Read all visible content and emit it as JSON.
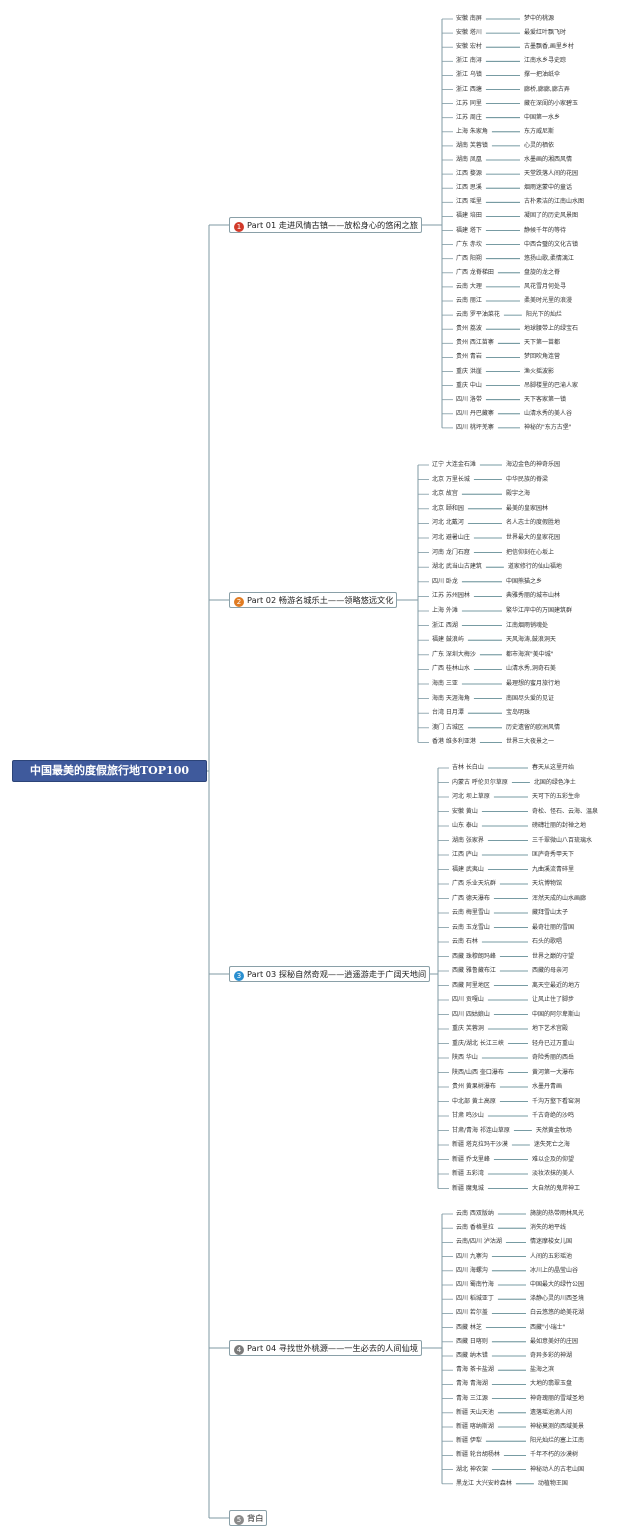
{
  "root": "中国最美的度假旅行地TOP100",
  "colors": {
    "line": "#7f9aa3",
    "root_bg": "#3f5a9c",
    "leaf_line": "#4a7a84"
  },
  "branches": [
    {
      "num": "1",
      "color": "#d23a2a",
      "label": "Part 01 走进风情古镇——放松身心的悠闲之旅",
      "leaves": [
        {
          "name": "安徽 南屏",
          "desc": "梦中的桃源"
        },
        {
          "name": "安徽 塔川",
          "desc": "最爱红叶飘飞时"
        },
        {
          "name": "安徽 宏村",
          "desc": "古墨飘香,画里乡村"
        },
        {
          "name": "浙江 南浔",
          "desc": "江南水乡寻史踪"
        },
        {
          "name": "浙江 乌镇",
          "desc": "撑一把油纸伞"
        },
        {
          "name": "浙江 西塘",
          "desc": "廊桥,廊廊,廊古弄"
        },
        {
          "name": "江苏 同里",
          "desc": "藏在深闺的小家碧玉"
        },
        {
          "name": "江苏 周庄",
          "desc": "中国第一水乡"
        },
        {
          "name": "上海 朱家角",
          "desc": "东方威尼斯"
        },
        {
          "name": "湖南 芙蓉镇",
          "desc": "心灵的栖依"
        },
        {
          "name": "湖南 凤凰",
          "desc": "水墨画的湘西风情"
        },
        {
          "name": "江西 婺源",
          "desc": "天堂跌落人间的花园"
        },
        {
          "name": "江西 思溪",
          "desc": "烟雨迷蒙中的童话"
        },
        {
          "name": "江西 瑶里",
          "desc": "古朴素洁的江南山水图"
        },
        {
          "name": "福建 培田",
          "desc": "凝固了的历史风景图"
        },
        {
          "name": "福建 塔下",
          "desc": "静候千年的等待"
        },
        {
          "name": "广东 赤坎",
          "desc": "中西合璧的文化古镇"
        },
        {
          "name": "广西 阳朔",
          "desc": "悠扬山歌,柔情漓江"
        },
        {
          "name": "广西 龙脊梯田",
          "desc": "盘旋的龙之脊"
        },
        {
          "name": "云南 大理",
          "desc": "风花雪月何处寻"
        },
        {
          "name": "云南 丽江",
          "desc": "柔美时光里的浪漫"
        },
        {
          "name": "云南 罗平油菜花",
          "desc": "阳光下的灿烂"
        },
        {
          "name": "贵州 荔波",
          "desc": "地球腰带上的绿宝石"
        },
        {
          "name": "贵州 西江苗寨",
          "desc": "天下第一苗都"
        },
        {
          "name": "贵州 青岩",
          "desc": "梦回吹角连营"
        },
        {
          "name": "重庆 洪崖",
          "desc": "渔火摇波影"
        },
        {
          "name": "重庆 中山",
          "desc": "吊脚楼里的巴渝人家"
        },
        {
          "name": "四川 洛带",
          "desc": "天下客家第一镇"
        },
        {
          "name": "四川 丹巴藏寨",
          "desc": "山清水秀的美人谷"
        },
        {
          "name": "四川 桃坪羌寨",
          "desc": "神秘的\"东方古堡\""
        }
      ]
    },
    {
      "num": "2",
      "color": "#e07b22",
      "label": "Part 02 畅游名城乐土——领略悠远文化",
      "leaves": [
        {
          "name": "辽宁 大连金石滩",
          "desc": "海边金色的神奇乐园"
        },
        {
          "name": "北京 万里长城",
          "desc": "中华民族的脊梁"
        },
        {
          "name": "北京 故宫",
          "desc": "殿宇之海"
        },
        {
          "name": "北京 颐和园",
          "desc": "最美的皇家园林"
        },
        {
          "name": "河北 北戴河",
          "desc": "名人志士的度假胜地"
        },
        {
          "name": "河北 避暑山庄",
          "desc": "世界最大的皇家花园"
        },
        {
          "name": "河南 龙门石窟",
          "desc": "把信仰刻在心坂上"
        },
        {
          "name": "湖北 武当山古建筑",
          "desc": "道家修行的仙山福地"
        },
        {
          "name": "四川 卧龙",
          "desc": "中国熊猫之乡"
        },
        {
          "name": "江苏 苏州园林",
          "desc": "典雅秀丽的城市山林"
        },
        {
          "name": "上海 外滩",
          "desc": "繁华江岸中的万国建筑群"
        },
        {
          "name": "浙江 西湖",
          "desc": "江南烟雨销魂处"
        },
        {
          "name": "福建 鼓浪屿",
          "desc": "天风海涛,鼓浪洞天"
        },
        {
          "name": "广东 深圳大梅沙",
          "desc": "都市海滨\"美中城\""
        },
        {
          "name": "广西 桂林山水",
          "desc": "山清水秀,洞奇石美"
        },
        {
          "name": "海南 三亚",
          "desc": "最理想的蜜月旅行地"
        },
        {
          "name": "海南 天涯海角",
          "desc": "南国尽头爱的见证"
        },
        {
          "name": "台湾 日月潭",
          "desc": "宝岛明珠"
        },
        {
          "name": "澳门 古城区",
          "desc": "历史遗留的欧洲风情"
        },
        {
          "name": "香港 维多利亚港",
          "desc": "世界三大夜景之一"
        }
      ]
    },
    {
      "num": "3",
      "color": "#2a8fd0",
      "label": "Part 03 探秘自然奇观——逍遥游走于广阔天地间",
      "leaves": [
        {
          "name": "吉林 长白山",
          "desc": "春天从这里开始"
        },
        {
          "name": "内蒙古 呼伦贝尔草原",
          "desc": "北国的绿色净土"
        },
        {
          "name": "河北 坝上草原",
          "desc": "天可下的五彩生命"
        },
        {
          "name": "安徽 黄山",
          "desc": "奇松、怪石、云海、温泉"
        },
        {
          "name": "山东 泰山",
          "desc": "磅礴壮丽的封禅之地"
        },
        {
          "name": "湖南 张家界",
          "desc": "三千翠微山八百琉璃水"
        },
        {
          "name": "江西 庐山",
          "desc": "匡庐奇秀甲天下"
        },
        {
          "name": "福建 武夷山",
          "desc": "九曲溪流青碎里"
        },
        {
          "name": "广西 乐业天坑群",
          "desc": "天坑博物馆"
        },
        {
          "name": "广西 德天瀑布",
          "desc": "浑然天成的山水画廊"
        },
        {
          "name": "云南 梅里雪山",
          "desc": "藏拜雪山太子"
        },
        {
          "name": "云南 玉龙雪山",
          "desc": "最奇壮丽的雪国"
        },
        {
          "name": "云南 石林",
          "desc": "石头的歌唱"
        },
        {
          "name": "西藏 珠穆朗玛峰",
          "desc": "世界之巅的守望"
        },
        {
          "name": "西藏 雅鲁藏布江",
          "desc": "西藏的母亲河"
        },
        {
          "name": "西藏 阿里地区",
          "desc": "离天空最近的地方"
        },
        {
          "name": "四川 贡嘎山",
          "desc": "让风止住了脚步"
        },
        {
          "name": "四川 四姑娘山",
          "desc": "中国的阿尔卑斯山"
        },
        {
          "name": "重庆 芙蓉洞",
          "desc": "地下艺术宫殿"
        },
        {
          "name": "重庆/湖北 长江三峡",
          "desc": "轻舟已过万重山"
        },
        {
          "name": "陕西 华山",
          "desc": "奇险秀丽的西岳"
        },
        {
          "name": "陕西/山西 壶口瀑布",
          "desc": "黄河第一大瀑布"
        },
        {
          "name": "贵州 黄果树瀑布",
          "desc": "水墨丹青画"
        },
        {
          "name": "中北部 黄土高原",
          "desc": "千沟万壑下看窑洞"
        },
        {
          "name": "甘肃 鸣沙山",
          "desc": "千古奇绝的沙鸣"
        },
        {
          "name": "甘肃/青海 祁连山草原",
          "desc": "天然黄金牧场"
        },
        {
          "name": "新疆 塔克拉玛干沙漠",
          "desc": "迷失死亡之海"
        },
        {
          "name": "新疆 乔戈里峰",
          "desc": "难以企及的仰望"
        },
        {
          "name": "新疆 五彩湾",
          "desc": "淡妆浓抹的美人"
        },
        {
          "name": "新疆 魔鬼城",
          "desc": "大自然的鬼斧神工"
        }
      ]
    },
    {
      "num": "4",
      "color": "#7a7a7a",
      "label": "Part 04 寻找世外桃源——一生必去的人间仙境",
      "leaves": [
        {
          "name": "云南 西双版纳",
          "desc": "旖旎的热带雨林风光"
        },
        {
          "name": "云南 香格里拉",
          "desc": "消失的地平线"
        },
        {
          "name": "云南/四川 泸沽湖",
          "desc": "情迷摩梭女儿国"
        },
        {
          "name": "四川 九寨沟",
          "desc": "人间的五彩瑶池"
        },
        {
          "name": "四川 海螺沟",
          "desc": "冰川上的晶莹山谷"
        },
        {
          "name": "四川 蜀南竹海",
          "desc": "中国最大的绿竹公园"
        },
        {
          "name": "四川 稻城亚丁",
          "desc": "涤静心灵的川西圣境"
        },
        {
          "name": "四川 若尔盖",
          "desc": "白云悠悠的绝美花湖"
        },
        {
          "name": "西藏 林芝",
          "desc": "西藏\"小瑞士\""
        },
        {
          "name": "西藏 日喀则",
          "desc": "最如意美好的庄园"
        },
        {
          "name": "西藏 纳木错",
          "desc": "奇异多彩的神湖"
        },
        {
          "name": "青海 茶卡盐湖",
          "desc": "盐海之滨"
        },
        {
          "name": "青海 青海湖",
          "desc": "大地的翡翠玉盘"
        },
        {
          "name": "青海 三江源",
          "desc": "神奇瑰丽的雪域圣地"
        },
        {
          "name": "新疆 天山天池",
          "desc": "遗落瑶池滴人间"
        },
        {
          "name": "新疆 喀纳斯湖",
          "desc": "神秘莫测的西域美景"
        },
        {
          "name": "新疆 伊犁",
          "desc": "阳光灿烂的塞上江南"
        },
        {
          "name": "新疆 轮台胡杨林",
          "desc": "千年不朽的沙漠树"
        },
        {
          "name": "湖北 神农架",
          "desc": "神秘动人的古老山国"
        },
        {
          "name": "黑龙江 大兴安岭森林",
          "desc": "动植物王国"
        }
      ]
    },
    {
      "num": "5",
      "color": "#8a8a8a",
      "label": "背白",
      "leaves": []
    }
  ]
}
